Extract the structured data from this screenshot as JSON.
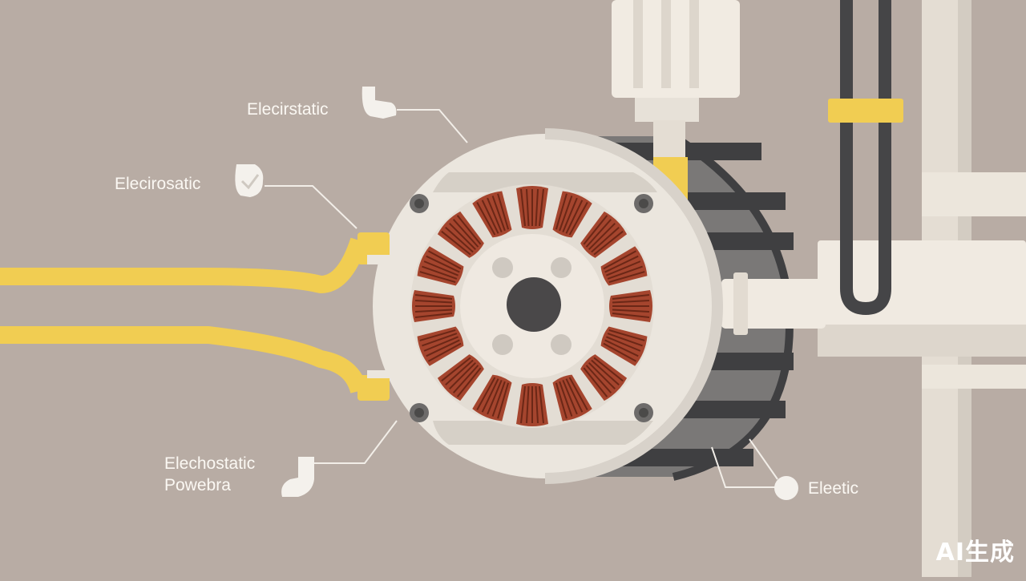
{
  "diagram": {
    "labels": {
      "top": "Elecirstatic",
      "upper_left": "Elecirosatic",
      "lower_left_line1": "Elechostatic",
      "lower_left_line2": "Powebra",
      "right": "Eleetic"
    },
    "watermark": "AI生成",
    "stator_slot_count": 16
  },
  "colors": {
    "background": "#b8aca4",
    "housing": "#ebe6de",
    "housing_shadow": "#d3cdc5",
    "rotor_drum": "#7a7877",
    "drum_stripe": "#3f3f41",
    "copper_winding": "#a5452e",
    "copper_stripe": "#6b2716",
    "wire_yellow": "#f1cd52",
    "shaft": "#4a4849",
    "pipe": "#e4ddd3",
    "cable": "#454547"
  }
}
